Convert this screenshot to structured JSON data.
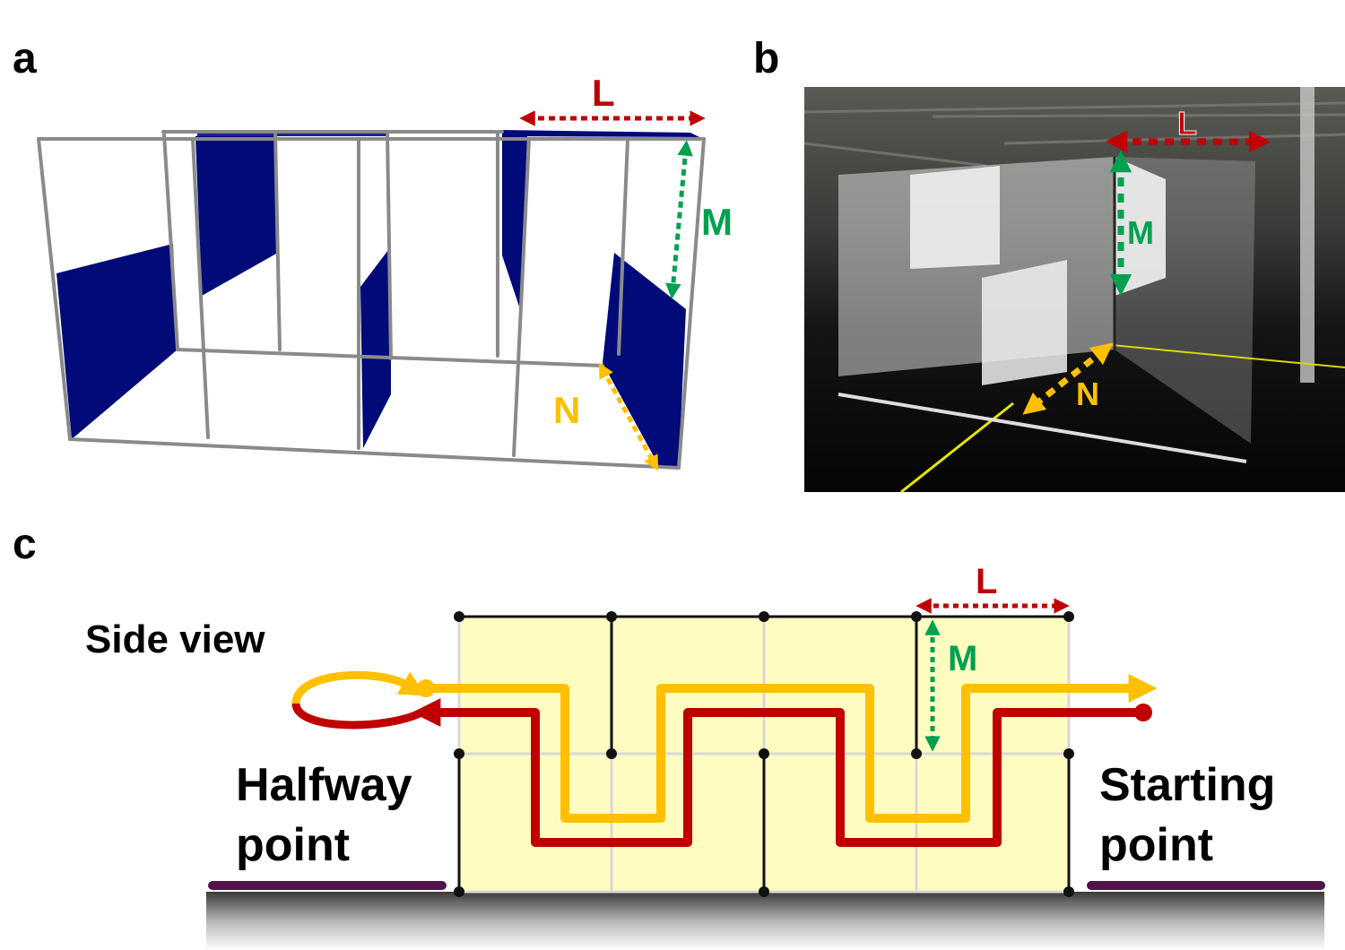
{
  "panels": {
    "a": {
      "label": "a"
    },
    "b": {
      "label": "b"
    },
    "c": {
      "label": "c"
    }
  },
  "dimensions": {
    "L": {
      "label": "L",
      "color": "#c00000"
    },
    "M": {
      "label": "M",
      "color": "#00a050"
    },
    "N": {
      "label": "N",
      "color": "#ffc000"
    }
  },
  "side_view": {
    "title": "Side view",
    "halfway": {
      "line1": "Halfway",
      "line2": "point"
    },
    "starting": {
      "line1": "Starting",
      "line2": "point"
    },
    "outbound_path_color": "#c00000",
    "return_path_color": "#ffc000",
    "wall_color": "#111111",
    "fill_color": "#fefcc0",
    "grid_color": "#d8d8d8",
    "marker_color": "#4f1548"
  },
  "colors": {
    "panel_wall": "#000a78",
    "frame": "#9a9a9a"
  }
}
